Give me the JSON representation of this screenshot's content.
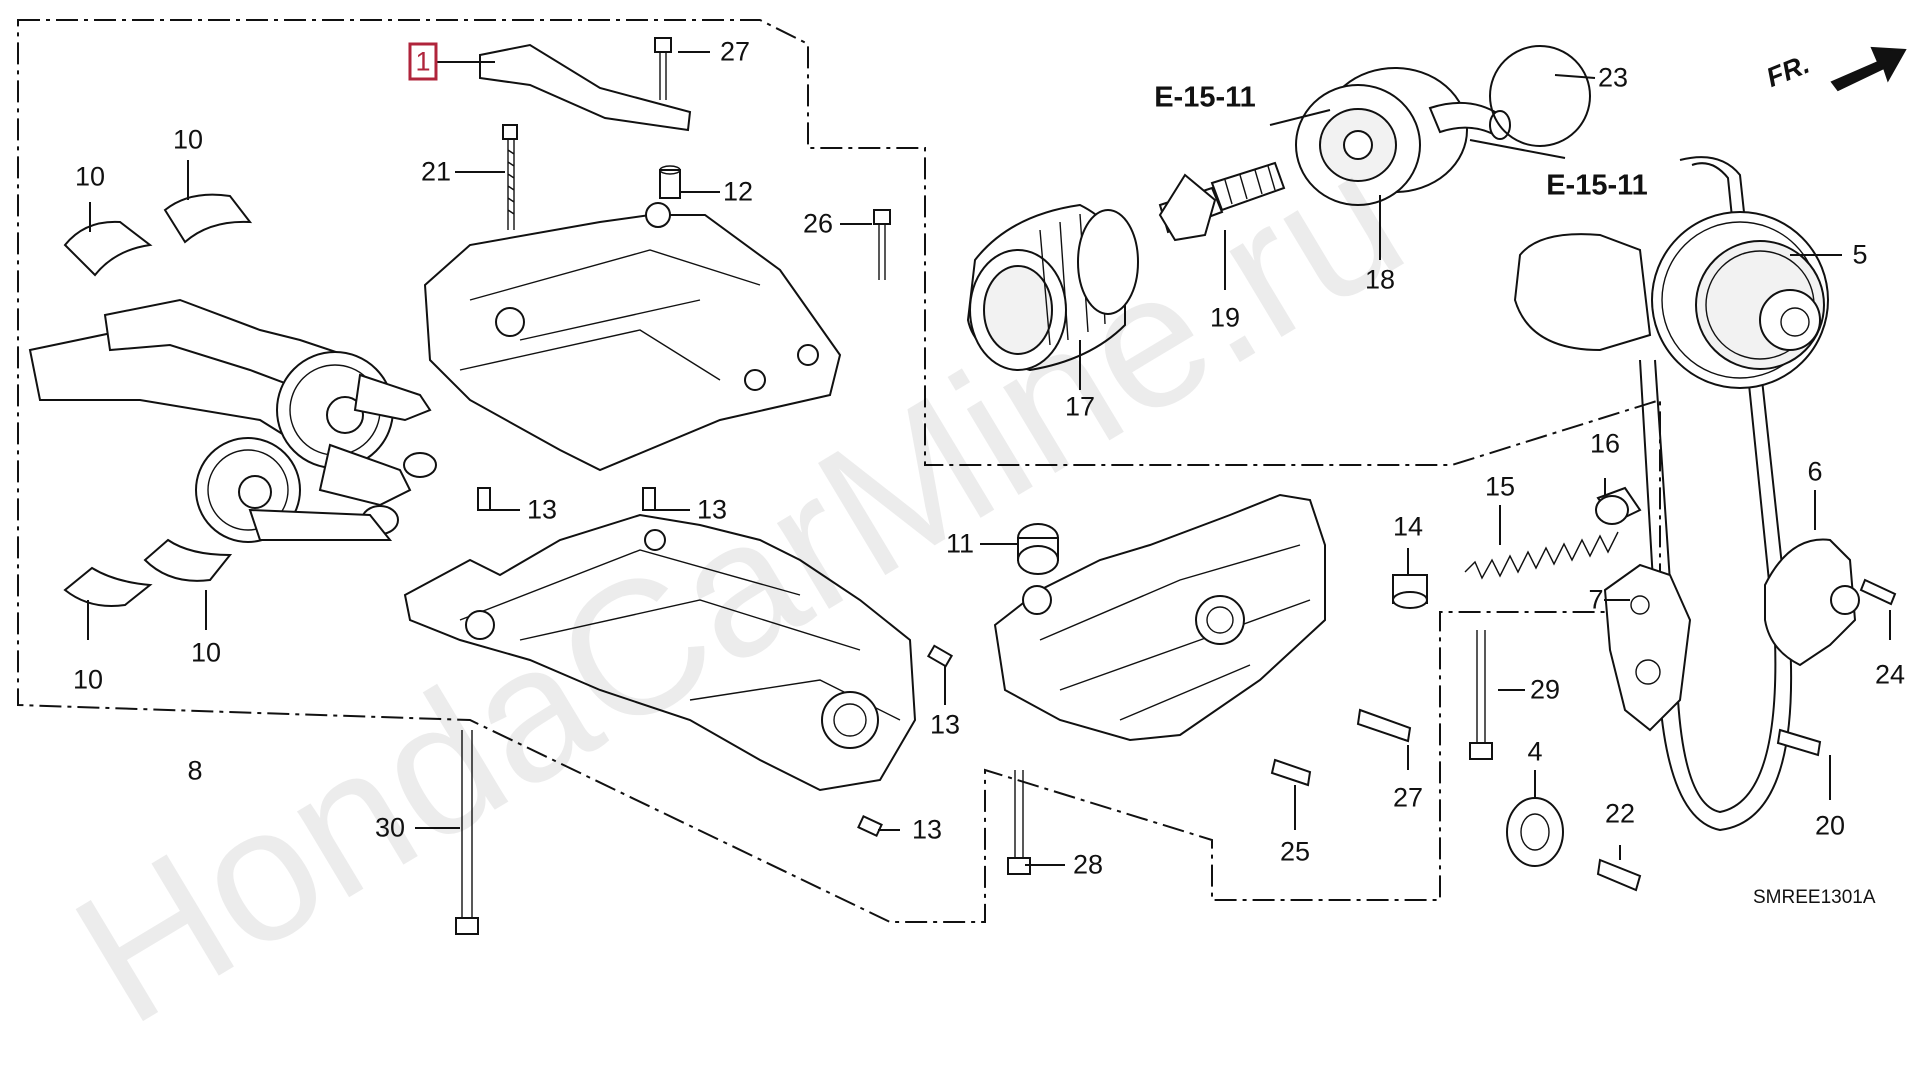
{
  "diagram": {
    "watermark": "HondaCarMine.ru",
    "code": "SMREE1301A",
    "direction_label": "FR.",
    "refs": [
      "E-15-11",
      "E-15-11"
    ],
    "callouts": [
      {
        "id": "c1",
        "text": "1",
        "highlight": true
      },
      {
        "id": "c27a",
        "text": "27"
      },
      {
        "id": "c23",
        "text": "23"
      },
      {
        "id": "c10a",
        "text": "10"
      },
      {
        "id": "c10b",
        "text": "10"
      },
      {
        "id": "c21",
        "text": "21"
      },
      {
        "id": "c12",
        "text": "12"
      },
      {
        "id": "c26",
        "text": "26"
      },
      {
        "id": "c19",
        "text": "19"
      },
      {
        "id": "c18",
        "text": "18"
      },
      {
        "id": "c17",
        "text": "17"
      },
      {
        "id": "c5",
        "text": "5"
      },
      {
        "id": "c16",
        "text": "16"
      },
      {
        "id": "c15",
        "text": "15"
      },
      {
        "id": "c6",
        "text": "6"
      },
      {
        "id": "c13a",
        "text": "13"
      },
      {
        "id": "c13b",
        "text": "13"
      },
      {
        "id": "c11",
        "text": "11"
      },
      {
        "id": "c14",
        "text": "14"
      },
      {
        "id": "c7",
        "text": "7"
      },
      {
        "id": "c24",
        "text": "24"
      },
      {
        "id": "c10c",
        "text": "10"
      },
      {
        "id": "c10d",
        "text": "10"
      },
      {
        "id": "c13c",
        "text": "13"
      },
      {
        "id": "c8",
        "text": "8"
      },
      {
        "id": "c29",
        "text": "29"
      },
      {
        "id": "c4",
        "text": "4"
      },
      {
        "id": "c27b",
        "text": "27"
      },
      {
        "id": "c22",
        "text": "22"
      },
      {
        "id": "c20",
        "text": "20"
      },
      {
        "id": "c30",
        "text": "30"
      },
      {
        "id": "c13d",
        "text": "13"
      },
      {
        "id": "c25",
        "text": "25"
      },
      {
        "id": "c28",
        "text": "28"
      }
    ]
  }
}
